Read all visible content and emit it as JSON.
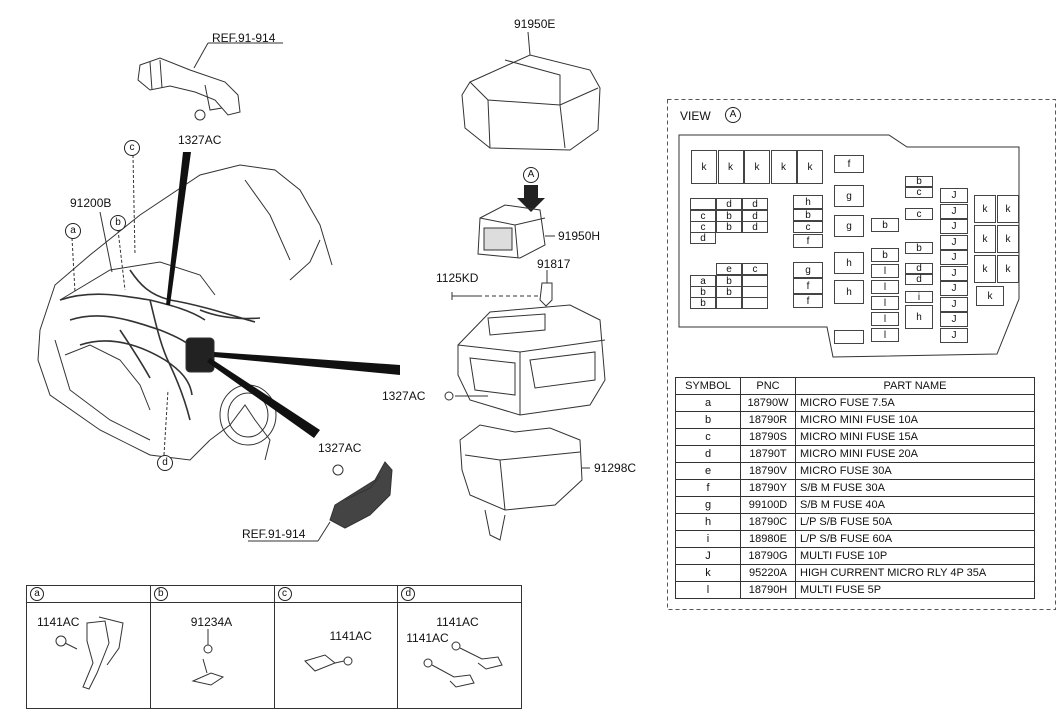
{
  "callouts": {
    "ref_top": "REF.91-914",
    "ref_bottom": "REF.91-914",
    "p1327ac_top": "1327AC",
    "p1327ac_mid": "1327AC",
    "p1327ac_low": "1327AC",
    "p91200b": "91200B",
    "p91950e": "91950E",
    "p91950h": "91950H",
    "p1125kd": "1125KD",
    "p91817": "91817",
    "p91298c": "91298C",
    "arrow_a": "A",
    "c_a": "a",
    "c_b": "b",
    "c_c": "c",
    "c_d": "d"
  },
  "view": {
    "title": "VIEW",
    "symbol": "A"
  },
  "fuse_box_cells": {
    "k": "k",
    "a": "a",
    "b": "b",
    "c": "c",
    "d": "d",
    "e": "e",
    "f": "f",
    "g": "g",
    "h": "h",
    "i": "i",
    "l": "l",
    "J": "J"
  },
  "table": {
    "headers": [
      "SYMBOL",
      "PNC",
      "PART NAME"
    ],
    "rows": [
      [
        "a",
        "18790W",
        "MICRO FUSE 7.5A"
      ],
      [
        "b",
        "18790R",
        "MICRO MINI FUSE 10A"
      ],
      [
        "c",
        "18790S",
        "MICRO MINI FUSE 15A"
      ],
      [
        "d",
        "18790T",
        "MICRO MINI FUSE 20A"
      ],
      [
        "e",
        "18790V",
        "MICRO FUSE 30A"
      ],
      [
        "f",
        "18790Y",
        "S/B M FUSE 30A"
      ],
      [
        "g",
        "99100D",
        "S/B M FUSE 40A"
      ],
      [
        "h",
        "18790C",
        "L/P S/B FUSE 50A"
      ],
      [
        "i",
        "18980E",
        "L/P S/B FUSE 60A"
      ],
      [
        "J",
        "18790G",
        "MULTI FUSE 10P"
      ],
      [
        "k",
        "95220A",
        "HIGH CURRENT MICRO RLY 4P 35A"
      ],
      [
        "l",
        "18790H",
        "MULTI FUSE 5P"
      ]
    ]
  },
  "details": [
    {
      "key": "a",
      "parts": [
        "1141AC"
      ]
    },
    {
      "key": "b",
      "parts": [
        "91234A"
      ]
    },
    {
      "key": "c",
      "parts": [
        "1141AC"
      ]
    },
    {
      "key": "d",
      "parts": [
        "1141AC",
        "1141AC"
      ]
    }
  ]
}
